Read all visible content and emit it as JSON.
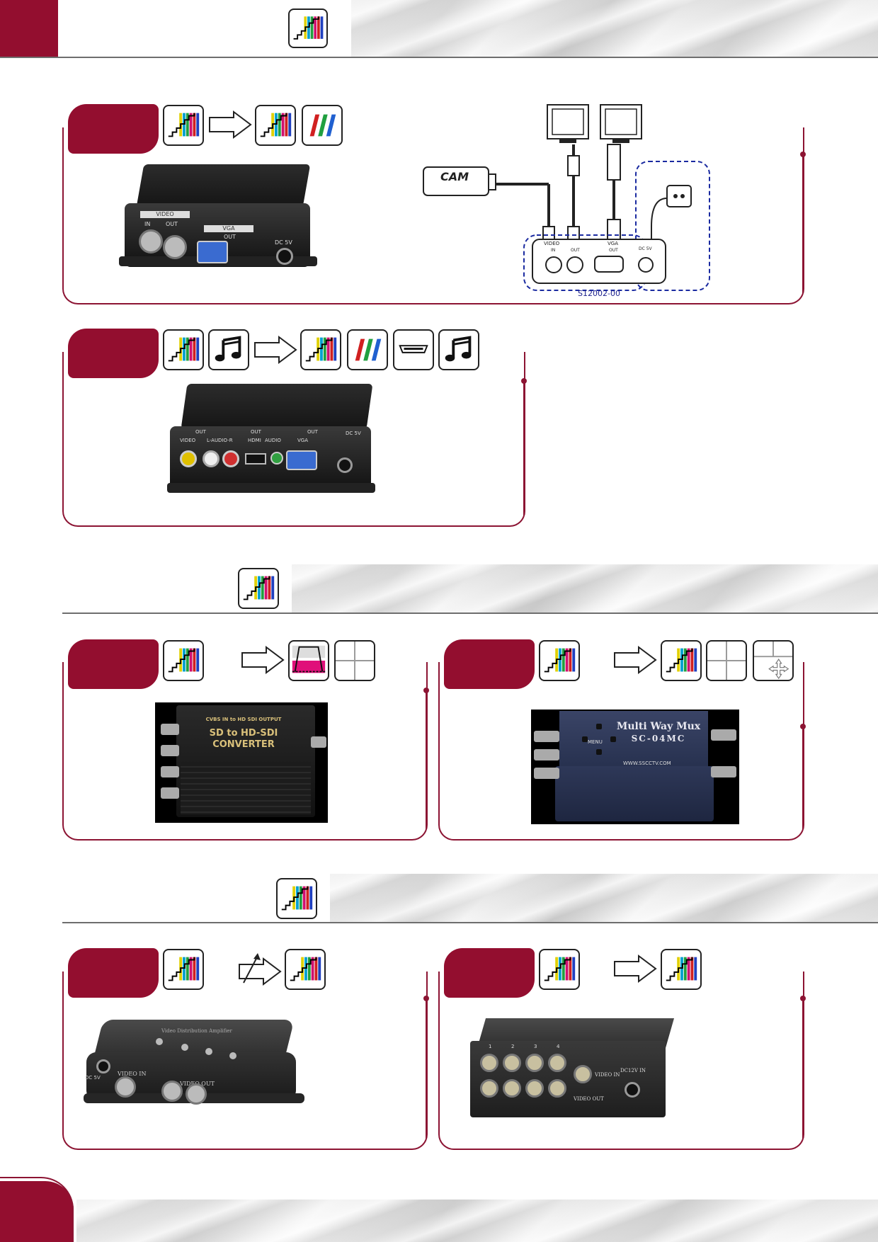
{
  "colors": {
    "accent": "#930e2f",
    "rule": "#6e6e6e",
    "label": "#1a1f8c"
  },
  "icons": [
    "video-signal-icon",
    "arrow-right-icon",
    "rgb-icon",
    "audio-note-icon",
    "hdmi-icon",
    "quad-split-icon",
    "mux-icon",
    "distribution-amp-icon"
  ],
  "section1": {
    "diagram": {
      "camera_label": "CAM",
      "panel_labels": {
        "video": "VIDEO",
        "vga": "VGA",
        "in": "IN",
        "out": "OUT",
        "vga_out": "OUT",
        "dc": "DC 5V"
      },
      "model_code": "S12002-00"
    },
    "device1": {
      "video": "VIDEO",
      "vga": "VGA",
      "in": "IN",
      "out": "OUT",
      "vga_out": "OUT",
      "dc": "DC 5V"
    },
    "device2": {
      "out1": "OUT",
      "video": "VIDEO",
      "audio_lr": "L-AUDIO-R",
      "out2": "OUT",
      "hdmi": "HDMI",
      "out3": "OUT",
      "audio": "AUDIO",
      "vga": "VGA",
      "dc": "DC 5V"
    }
  },
  "section2": {
    "device3": {
      "line1": "CVBS IN to HD SDI OUTPUT",
      "line2": "SD to HD-SDI",
      "line3": "CONVERTER"
    },
    "device4": {
      "line1": "Multi Way Mux",
      "line2": "SC-04MC",
      "menu": "MENU",
      "url": "WWW.SSCCTV.COM"
    }
  },
  "section3": {
    "device5": {
      "title": "Video Distribution Amplifier",
      "video_in": "VIDEO IN",
      "video_out": "VIDEO OUT",
      "dc": "DC 5V"
    },
    "device6": {
      "video_in": "VIDEO IN",
      "video_out": "VIDEO OUT",
      "dc": "DC12V IN",
      "ports": [
        "1",
        "2",
        "3",
        "4"
      ]
    }
  }
}
